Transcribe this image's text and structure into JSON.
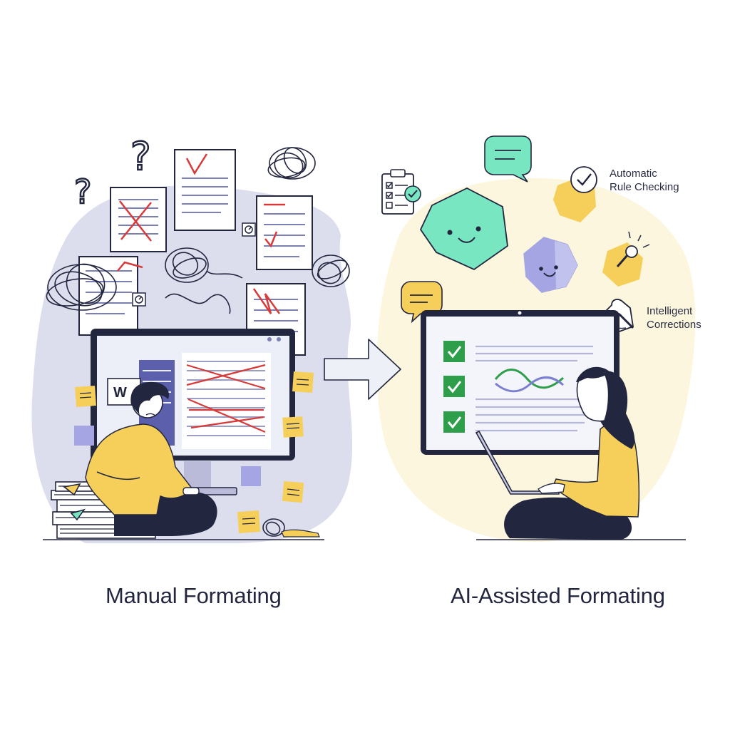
{
  "panels": {
    "manual": {
      "caption": "Manual Formating",
      "app_icon_letter": "W"
    },
    "ai": {
      "caption": "AI-Assisted Formating",
      "features": [
        {
          "lines": [
            "Automatic",
            "Rule Checking"
          ],
          "icon": "checkmark-badge-icon"
        },
        {
          "lines": [
            "Intelligent",
            "Corrections"
          ],
          "icon": "magic-wand-icon"
        }
      ]
    }
  },
  "colors": {
    "lavender_blob": "#dcdded",
    "cream_blob": "#fbf6dd",
    "ink": "#23263f",
    "accent_yellow": "#f6cf5b",
    "accent_mint": "#77e6c1",
    "accent_purple": "#a4a5e2",
    "error_red": "#d83a3a",
    "check_green": "#2f9e4a"
  }
}
